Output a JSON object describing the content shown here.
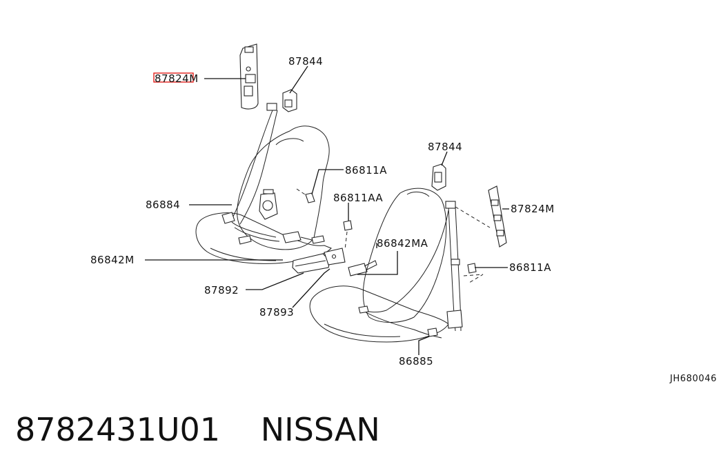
{
  "callouts": [
    {
      "id": "c1",
      "text": "87824M",
      "highlighted": true
    },
    {
      "id": "c2",
      "text": "87844"
    },
    {
      "id": "c3",
      "text": "87844"
    },
    {
      "id": "c4",
      "text": "86811A"
    },
    {
      "id": "c5",
      "text": "86884"
    },
    {
      "id": "c6",
      "text": "86811AA"
    },
    {
      "id": "c7",
      "text": "86842MA"
    },
    {
      "id": "c8",
      "text": "87824M"
    },
    {
      "id": "c9",
      "text": "86811A"
    },
    {
      "id": "c10",
      "text": "86842M"
    },
    {
      "id": "c11",
      "text": "87892"
    },
    {
      "id": "c12",
      "text": "87893"
    },
    {
      "id": "c13",
      "text": "86885"
    }
  ],
  "diagram_ref": "JH680046",
  "part_number": "8782431U01",
  "brand": "NISSAN",
  "colors": {
    "highlight": "#e0201b",
    "ink": "#111111"
  }
}
